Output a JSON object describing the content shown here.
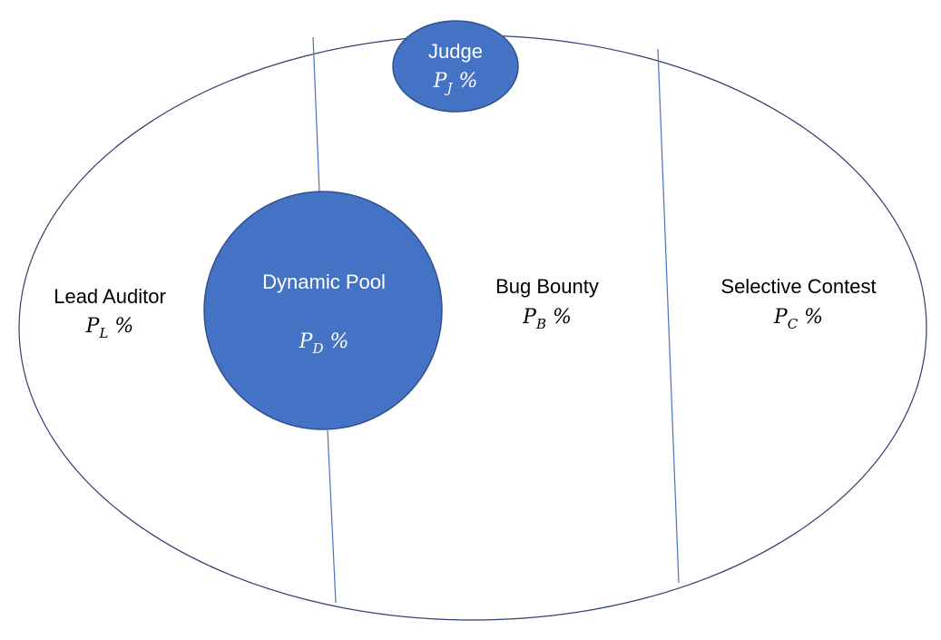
{
  "colors": {
    "outline": "#2f3f6f",
    "divider": "#4a72c4",
    "pool_fill": "#4472c4",
    "pool_stroke": "#2f528f",
    "text_dark": "#000000",
    "text_light": "#ffffff"
  },
  "regions": {
    "lead_auditor": {
      "title": "Lead Auditor",
      "var": "P",
      "sub": "L",
      "suffix": " %"
    },
    "bug_bounty": {
      "title": "Bug Bounty",
      "var": "P",
      "sub": "B",
      "suffix": " %"
    },
    "selective_contest": {
      "title": "Selective Contest",
      "var": "P",
      "sub": "C",
      "suffix": " %"
    }
  },
  "pools": {
    "judge": {
      "title": "Judge",
      "var": "P",
      "sub": "J",
      "suffix": " %"
    },
    "dynamic_pool": {
      "title": "Dynamic Pool",
      "var": "P",
      "sub": "D",
      "suffix": " %"
    }
  }
}
